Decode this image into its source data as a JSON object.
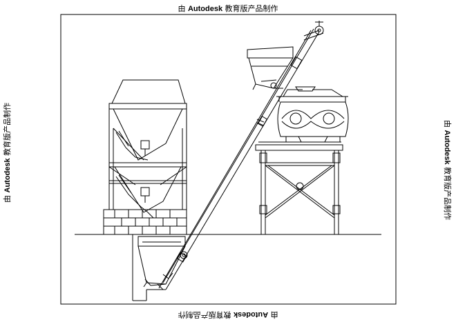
{
  "watermark": {
    "prefix": "由 ",
    "brand": "Autodesk",
    "suffix": " 教育版产品制作"
  }
}
